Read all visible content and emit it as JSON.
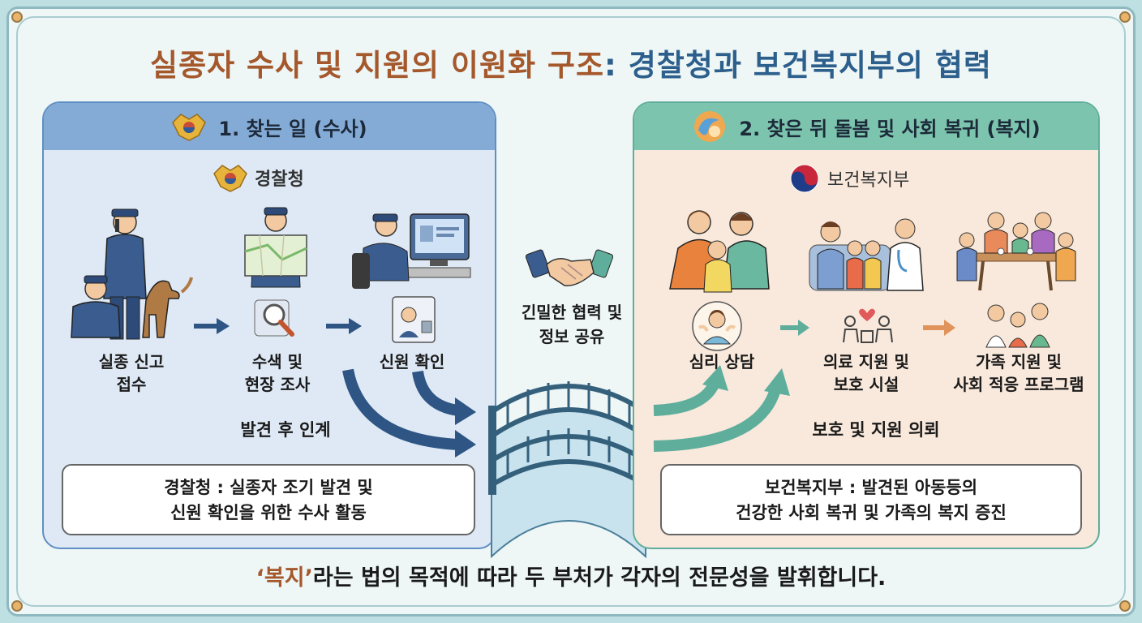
{
  "title": {
    "part1": "실종자 수사 및 지원의 이원화 구조",
    "part2": ": 경찰청과 보건복지부의 협력"
  },
  "left": {
    "header": "1. 찾는 일 (수사)",
    "org": "경찰청",
    "steps": [
      {
        "label_line1": "실종 신고",
        "label_line2": "접수"
      },
      {
        "label_line1": "수색 및",
        "label_line2": "현장 조사"
      },
      {
        "label_line1": "신원 확인",
        "label_line2": ""
      }
    ],
    "handoff_label": "발견 후 인계",
    "summary_line1": "경찰청 : 실종자 조기 발견 및",
    "summary_line2": "신원 확인을 위한 수사 활동"
  },
  "middle": {
    "label_line1": "긴밀한 협력 및",
    "label_line2": "정보 공유"
  },
  "right": {
    "header": "2. 찾은 뒤 돌봄 및 사회 복귀 (복지)",
    "org": "보건복지부",
    "steps": [
      {
        "label_line1": "심리 상담",
        "label_line2": ""
      },
      {
        "label_line1": "의료 지원 및",
        "label_line2": "보호 시설"
      },
      {
        "label_line1": "가족 지원 및",
        "label_line2": "사회 적응 프로그램"
      }
    ],
    "request_label": "보호 및 지원 의뢰",
    "summary_line1": "보건복지부 : 발견된 아동등의",
    "summary_line2": "건강한 사회 복귀 및 가족의 복지 증진"
  },
  "footer": {
    "quote": "‘복지’",
    "rest": "라는 법의 목적에 따라 두 부처가 각자의 전문성을 발휘합니다."
  },
  "colors": {
    "police_blue": "#2e5584",
    "welfare_teal": "#5fae9c",
    "title_brown": "#a4582c",
    "title_blue": "#2c5f8c",
    "arrow_orange": "#e0935a"
  },
  "icons": [
    "police-emblem-icon",
    "welfare-logo-icon",
    "korea-taegeuk-icon",
    "handshake-icon",
    "bridge-icon"
  ]
}
